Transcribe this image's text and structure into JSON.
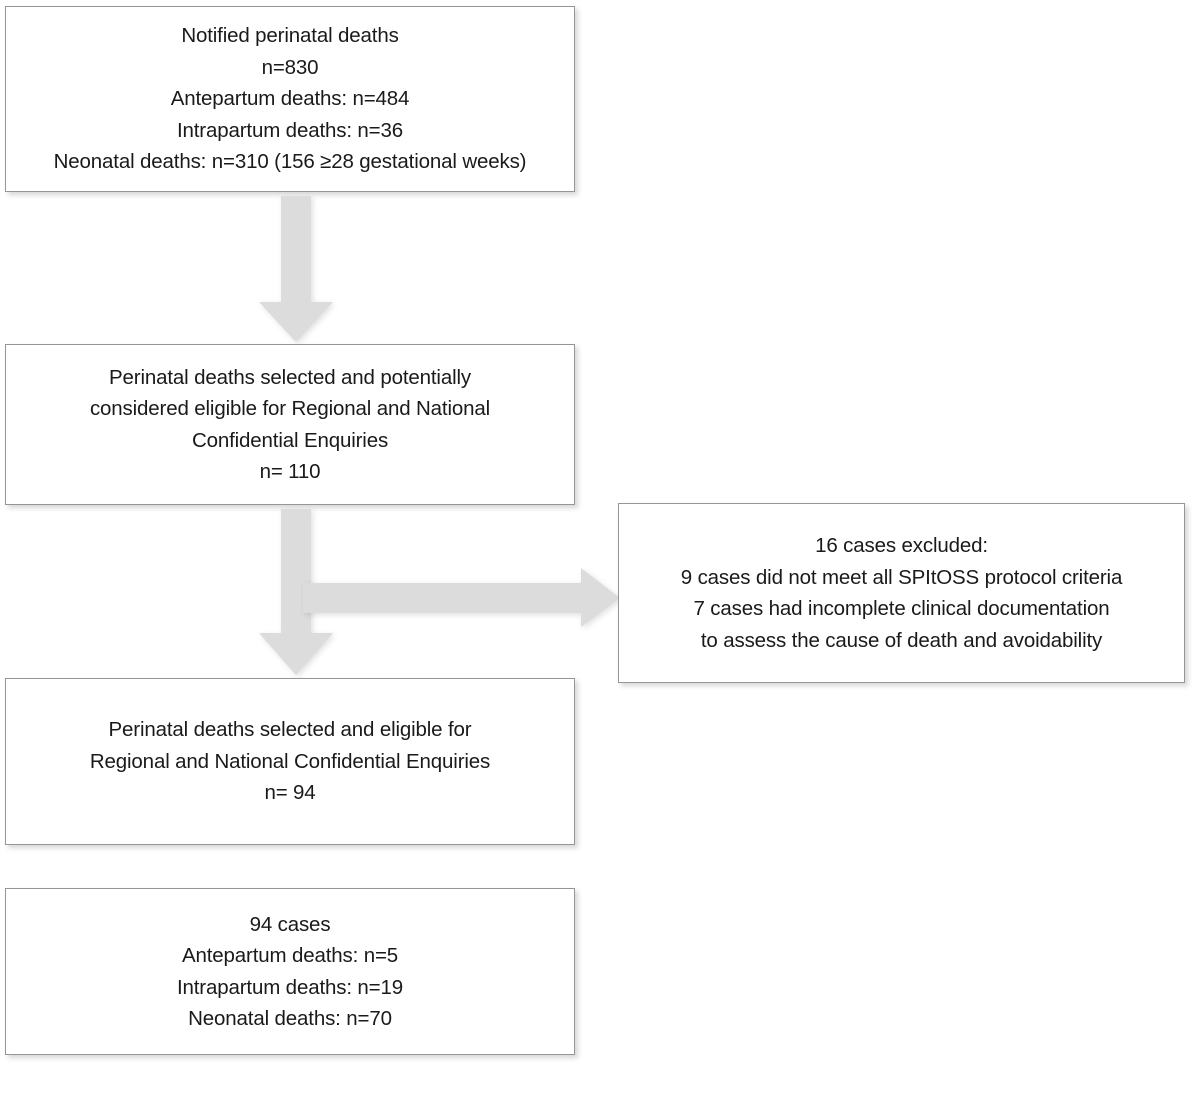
{
  "chart_data": {
    "type": "diagram",
    "title": "Perinatal deaths case selection flow diagram",
    "nodes": [
      {
        "id": "notified",
        "lines": [
          "Notified perinatal deaths",
          "n=830",
          "Antepartum deaths: n=484",
          "Intrapartum deaths: n=36",
          "Neonatal deaths: n=310 (156 ≥28 gestational weeks)"
        ]
      },
      {
        "id": "potentially-eligible",
        "lines": [
          "Perinatal deaths selected and potentially",
          "considered eligible for Regional and National",
          "Confidential Enquiries",
          "n= 110"
        ]
      },
      {
        "id": "excluded",
        "lines": [
          "16 cases excluded:",
          "9 cases did not meet all SPItOSS protocol criteria",
          "7 cases had incomplete clinical documentation",
          "to assess the cause of death and avoidability"
        ]
      },
      {
        "id": "eligible",
        "lines": [
          "Perinatal deaths selected and eligible for",
          "Regional and National Confidential Enquiries",
          "n= 94"
        ]
      },
      {
        "id": "final-cases",
        "lines": [
          "94 cases",
          "Antepartum deaths: n=5",
          "Intrapartum deaths: n=19",
          "Neonatal deaths: n=70"
        ]
      }
    ],
    "edges": [
      {
        "from": "notified",
        "to": "potentially-eligible",
        "direction": "down"
      },
      {
        "from": "potentially-eligible",
        "to": "eligible",
        "direction": "down"
      },
      {
        "from": "potentially-eligible",
        "to": "excluded",
        "direction": "right"
      }
    ],
    "colors": {
      "box_border": "#969696",
      "box_fill": "#ffffff",
      "arrow_fill": "#dcdcdc",
      "text": "#1a1a1a"
    }
  },
  "nodes": {
    "notified": {
      "l0": "Notified perinatal deaths",
      "l1": "n=830",
      "l2": "Antepartum deaths: n=484",
      "l3": "Intrapartum deaths: n=36",
      "l4": "Neonatal deaths: n=310 (156 ≥28 gestational weeks)"
    },
    "potentially_eligible": {
      "l0": "Perinatal deaths selected and potentially",
      "l1": "considered eligible for Regional and National",
      "l2": "Confidential Enquiries",
      "l3": "n= 110"
    },
    "excluded": {
      "l0": "16 cases excluded:",
      "l1": "9 cases did not meet all SPItOSS protocol criteria",
      "l2": "7 cases had incomplete clinical documentation",
      "l3": "to assess the cause of death and avoidability"
    },
    "eligible": {
      "l0": "Perinatal deaths selected and eligible for",
      "l1": "Regional and National Confidential Enquiries",
      "l2": "n= 94"
    },
    "final_cases": {
      "l0": "94 cases",
      "l1": "Antepartum deaths: n=5",
      "l2": "Intrapartum deaths: n=19",
      "l3": "Neonatal deaths: n=70"
    }
  }
}
